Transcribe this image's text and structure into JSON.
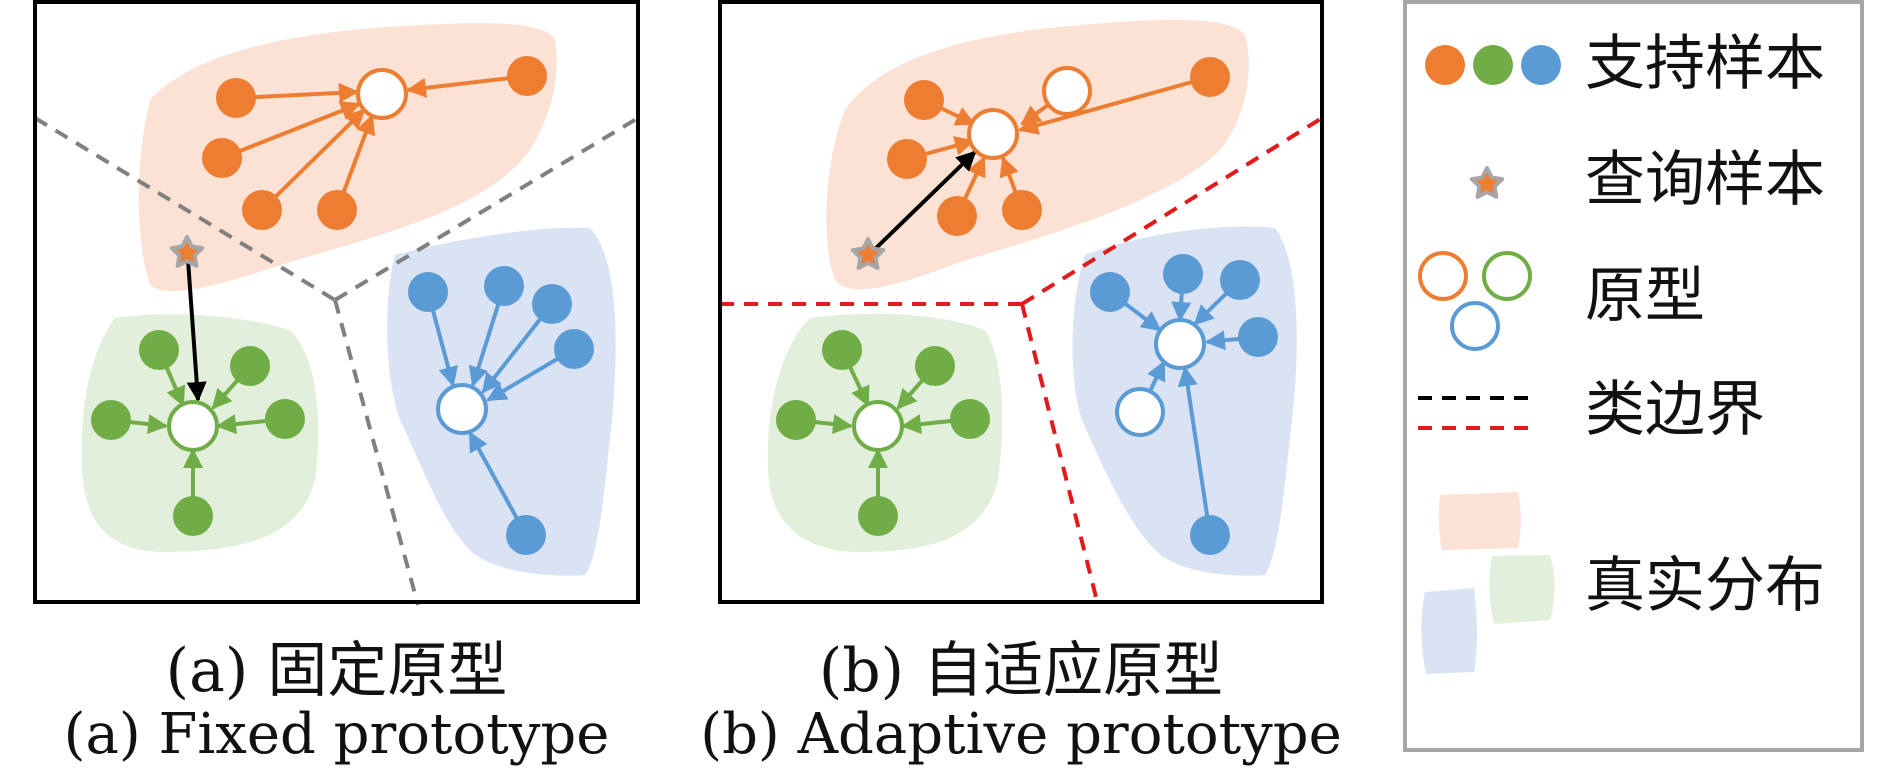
{
  "panels": [
    {
      "caption_zh": "(a) 固定原型",
      "caption_en": "(a) Fixed prototype"
    },
    {
      "caption_zh": "(b) 自适应原型",
      "caption_en": "(b) Adaptive prototype"
    }
  ],
  "legend": {
    "support_samples": "支持样本",
    "query_sample": "查询样本",
    "prototype": "原型",
    "class_boundary": "类边界",
    "true_distribution": "真实分布"
  },
  "colors": {
    "orange": "#ED7D31",
    "green": "#70AD47",
    "blue": "#5B9BD5",
    "orange_region": "#FBE2D5",
    "green_region": "#E2EFDA",
    "blue_region": "#DAE3F3",
    "gray_boundary": "#808080",
    "red_boundary": "#E31A1C",
    "legend_border": "#A6A6A6"
  }
}
